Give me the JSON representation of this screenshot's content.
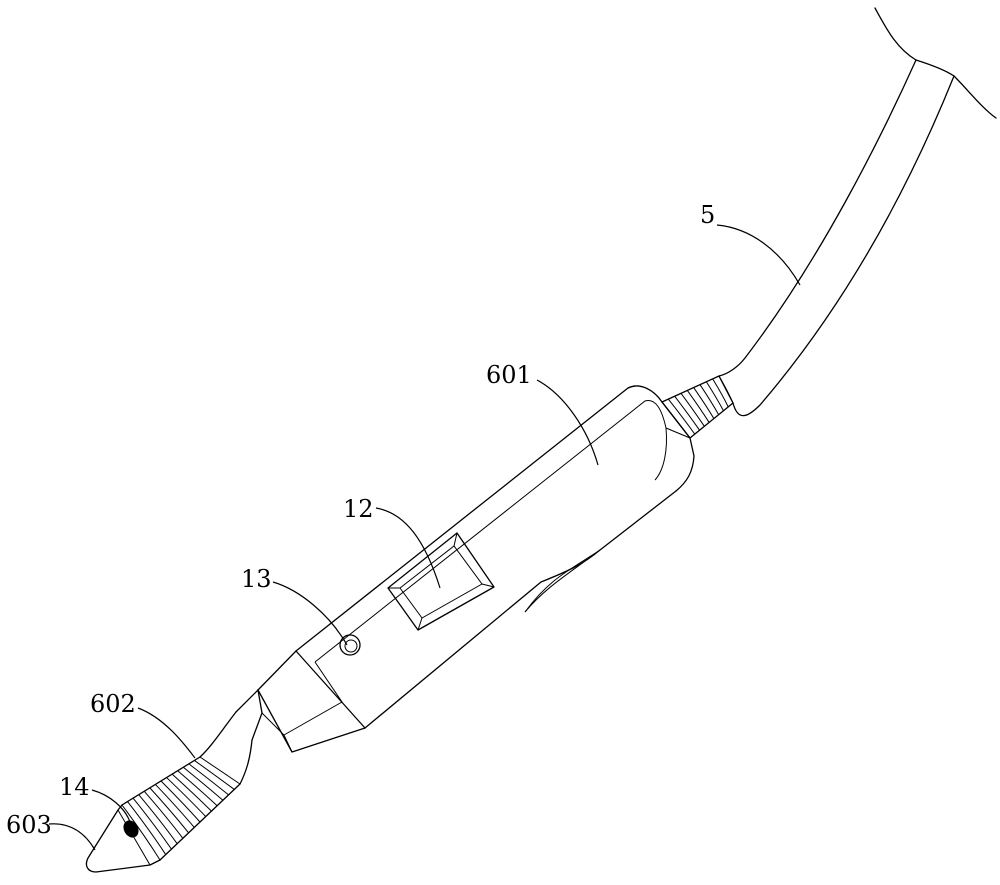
{
  "labels": {
    "cable": "5",
    "body": "601",
    "switch_window": "12",
    "button": "13",
    "grip": "602",
    "sensor": "14",
    "tip": "603"
  }
}
